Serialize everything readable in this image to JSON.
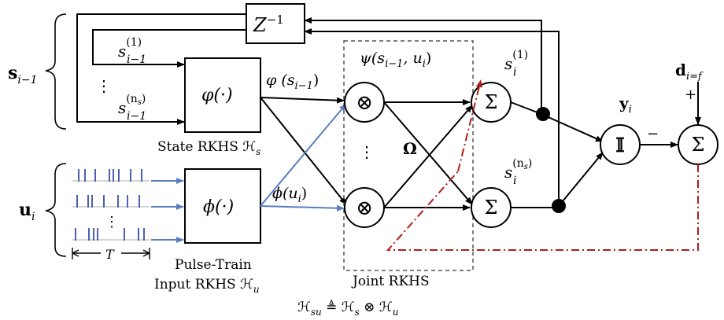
{
  "labels": {
    "z_inv_base": "Z",
    "z_inv_exp": "−1",
    "state_group": "s",
    "state_group_sub": "i−1",
    "s1_base": "s",
    "s1_sup": "(1)",
    "s1_sub": "i−1",
    "sn_base": "s",
    "sn_sup": "(n",
    "sn_sup_sub": "s",
    "sn_sup_close": ")",
    "sn_sub": "i−1",
    "vdots": "⋮",
    "varphi_box": "φ(·)",
    "phi_box": "ϕ(·)",
    "varphi_out": "φ (s",
    "varphi_out_sub": "i−1",
    "varphi_out_close": ")",
    "phi_out": "ϕ(u",
    "phi_out_sub": "i",
    "phi_out_close": ")",
    "state_rkhs": "State RKHS ℋ",
    "state_rkhs_sub": "s",
    "input_group": "u",
    "input_group_sub": "i",
    "pulse_line1": "Pulse-Train",
    "pulse_line2": "Input RKHS ℋ",
    "pulse_line2_sub": "u",
    "period": "T",
    "psi": "ψ(s",
    "psi_sub": "i−1",
    "psi_mid": ", u",
    "psi_mid_sub": "i",
    "psi_close": ")",
    "omega": "Ω",
    "tensor": "⊗",
    "sigma": "Σ",
    "out1_base": "s",
    "out1_sup": "(1)",
    "out1_sub": "i",
    "outn_base": "s",
    "outn_sup": "(n",
    "outn_sup_sub": "s",
    "outn_sup_close": ")",
    "outn_sub": "i",
    "y": "y",
    "y_sub": "i",
    "identity": "𝕀",
    "d": "d",
    "d_sub": "i=f",
    "plus": "+",
    "minus": "−",
    "joint_line1": "Joint RKHS",
    "joint_line2": "ℋ",
    "joint_line2_sub": "su",
    "joint_line2_eq": " ≜ ℋ",
    "joint_line2_sub2": "s",
    "joint_line2_tensor": " ⊗ ℋ",
    "joint_line2_sub3": "u"
  },
  "colors": {
    "line": "#000000",
    "input_arrow": "#5b7dbf",
    "pulse": "#3a4fa8",
    "pulse_base": "#c8c8c8",
    "error_feedback": "#b01c1c",
    "dashed_box": "#555555"
  }
}
